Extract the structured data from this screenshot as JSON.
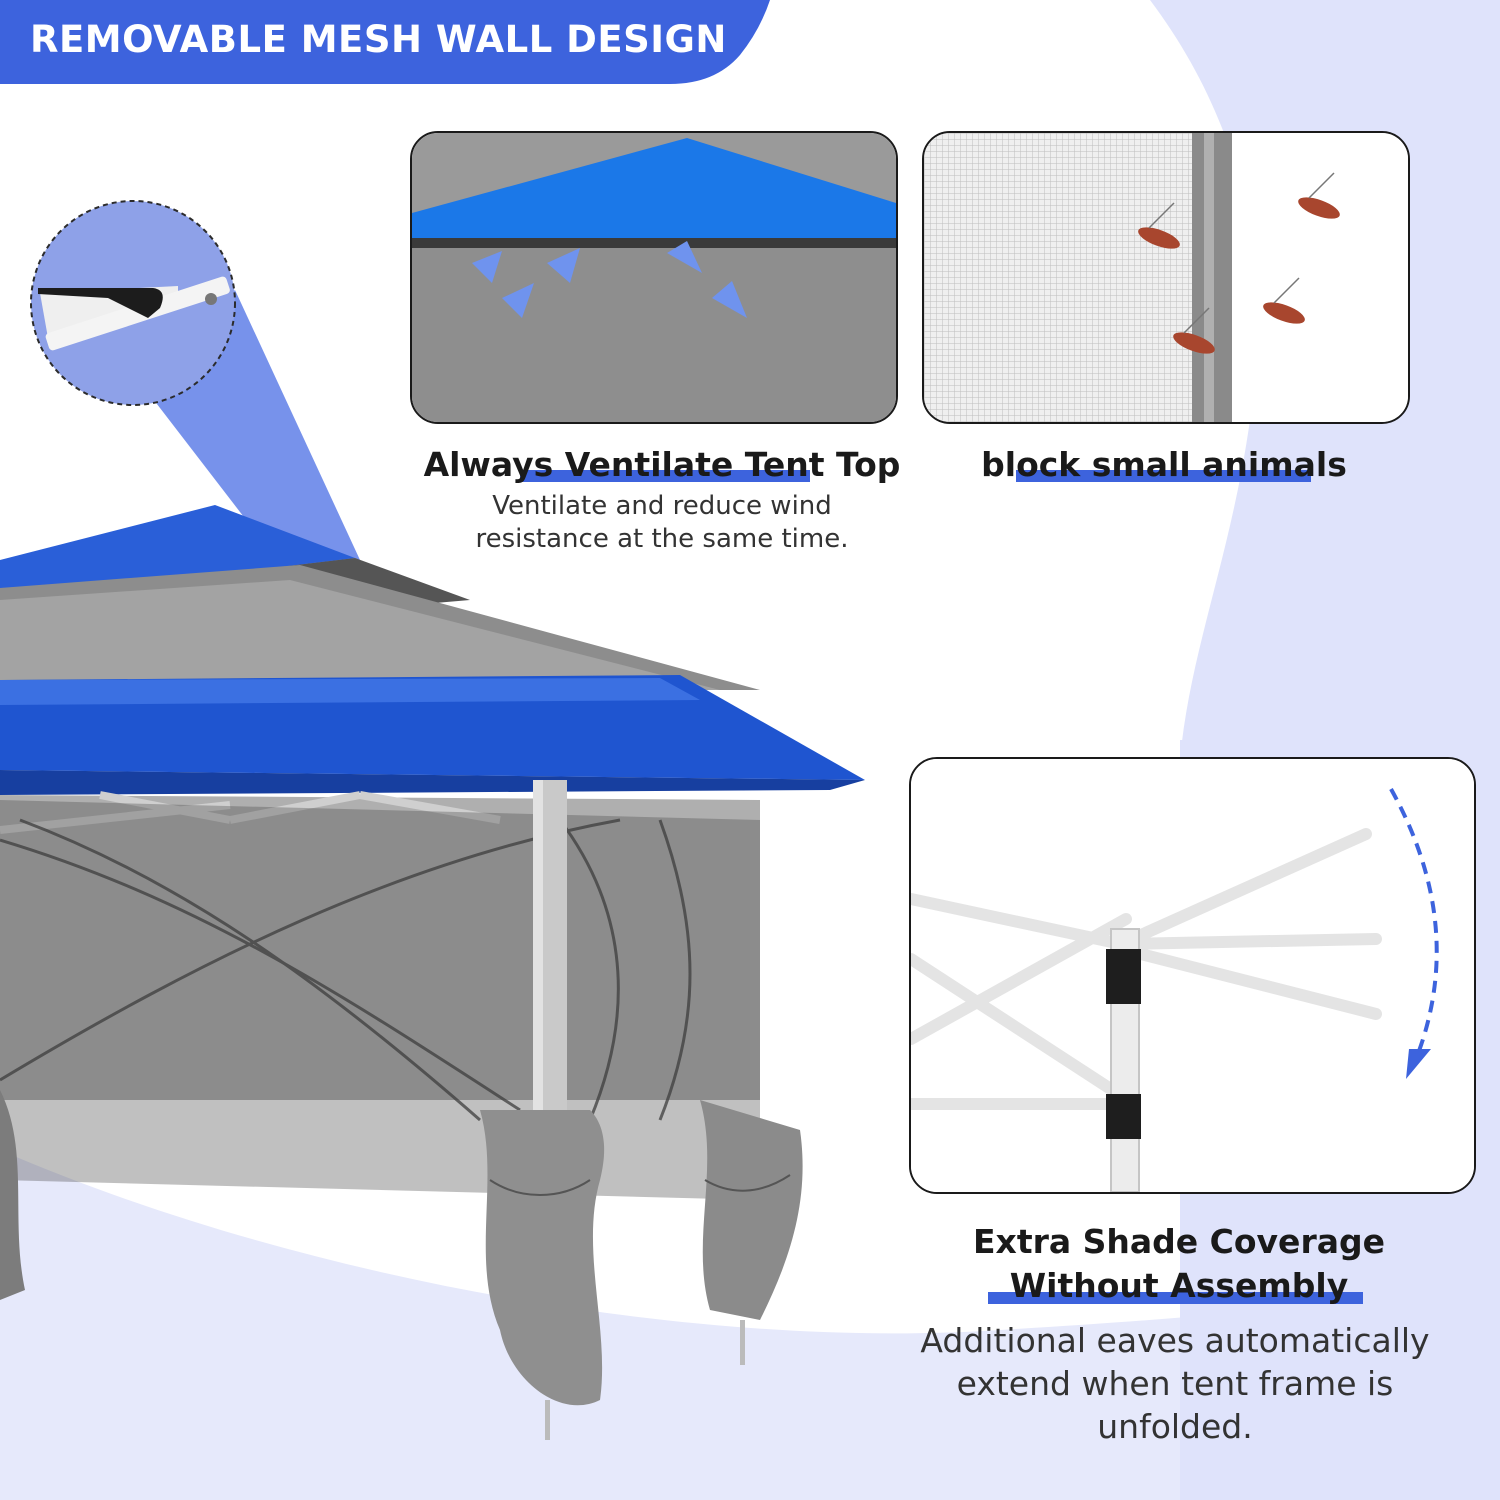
{
  "header": {
    "title": "REMOVABLE MESH WALL DESIGN"
  },
  "features": [
    {
      "title": "Always Ventilate Tent Top",
      "description_lines": [
        "Ventilate and reduce wind",
        "resistance at the same time."
      ]
    },
    {
      "title": "block small animals"
    },
    {
      "title_lines": [
        "Extra Shade Coverage",
        "Without Assembly"
      ],
      "description_lines": [
        "Additional eaves automatically",
        "extend when tent frame is",
        "unfolded."
      ]
    }
  ],
  "colors": {
    "brand_blue": "#3d63dd",
    "canopy_blue": "#1f5fd6",
    "lavender_bg": "#dfe3fb",
    "mesh_gray": "#8a8a8a"
  },
  "icons": [
    "zoom-callout-latch-icon",
    "airflow-arrow-icon",
    "mosquito-icon",
    "fold-arrow-icon"
  ]
}
